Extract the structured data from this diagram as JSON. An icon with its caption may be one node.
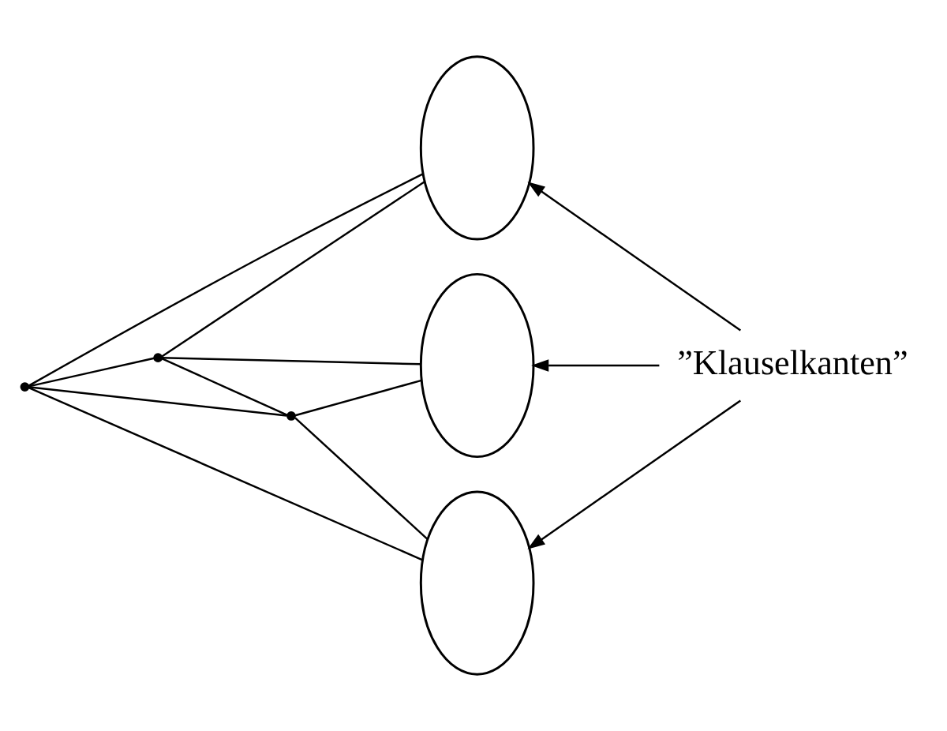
{
  "diagram": {
    "nodes": [
      {
        "text": [],
        "shape": "cloud"
      },
      {
        "text": [],
        "shape": "cloud"
      },
      {
        "text": [],
        "shape": "cloud"
      },
      {
        "text": [],
        "shape": "point"
      },
      {
        "text": [],
        "shape": "point"
      },
      {
        "text": [],
        "shape": "point"
      },
      {
        "text": [
          "”Klauselkanten”"
        ]
      }
    ],
    "edges": [
      {
        "from": 0,
        "to": 3,
        "arrow": "none"
      },
      {
        "from": 3,
        "to": 2,
        "arrow": "none"
      },
      {
        "from": 0,
        "to": 4,
        "arrow": "none"
      },
      {
        "from": 4,
        "to": 5,
        "arrow": "none"
      },
      {
        "from": 5,
        "to": 2,
        "arrow": "none"
      },
      {
        "from": 3,
        "to": 4,
        "arrow": "none"
      },
      {
        "from": 3,
        "to": 5,
        "arrow": "none"
      },
      {
        "from": 4,
        "to": 1,
        "arrow": "none"
      },
      {
        "from": 5,
        "to": 1,
        "arrow": "none"
      },
      {
        "from": 6,
        "to": 0,
        "arrow": "to"
      },
      {
        "from": 6,
        "to": 1,
        "arrow": "to"
      },
      {
        "from": 6,
        "to": 2,
        "arrow": "to"
      }
    ]
  }
}
